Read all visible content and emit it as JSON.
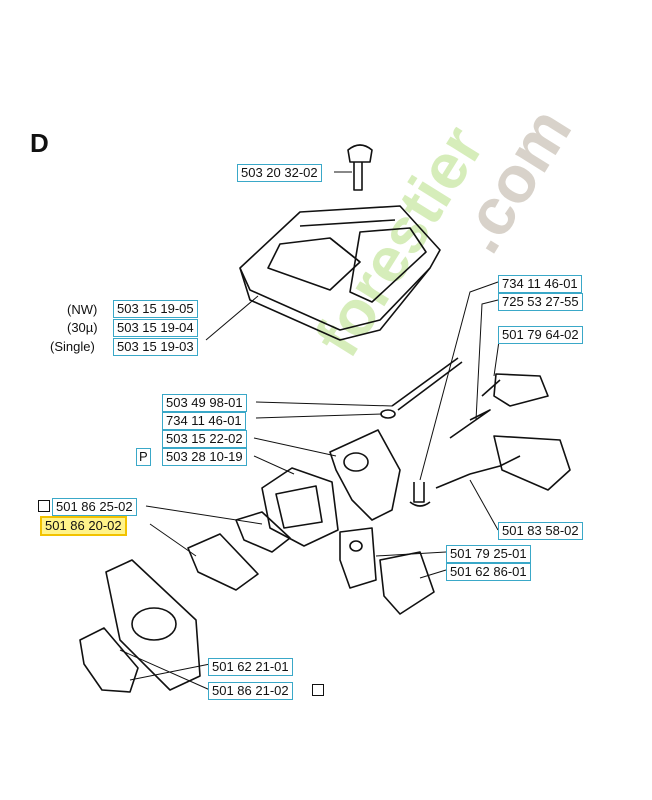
{
  "section_letter": "D",
  "watermark": {
    "brand_green": "forestier",
    "brand_grey": ".com"
  },
  "parts": {
    "bolt": "503 20 32-02",
    "cover_nw": "503 15 19-05",
    "cover_30u": "503 15 19-04",
    "cover_single": "503 15 19-03",
    "variant_nw": "(NW)",
    "variant_30u": "(30µ)",
    "variant_single": "(Single)",
    "rod": "503 49 98-01",
    "washer": "734 11 46-01",
    "intake": "503 15 22-02",
    "kit_p": "503 28 10-19",
    "carb_box": "501 86 25-02",
    "carb_highlight": "501 86 20-02",
    "gasket_a": "501 79 25-01",
    "filter": "501 62 86-01",
    "gasket_b": "501 62 21-01",
    "plate": "501 86 21-02",
    "choke_a": "734 11 46-01",
    "choke_b": "725 53 27-55",
    "throttle": "501 79 64-02",
    "link": "501 83 58-02"
  },
  "symbols": {
    "p_box": "P"
  },
  "colors": {
    "label_border": "#3aa8c8",
    "highlight": "#fff38a",
    "watermark_green": "#c9e7a3"
  }
}
